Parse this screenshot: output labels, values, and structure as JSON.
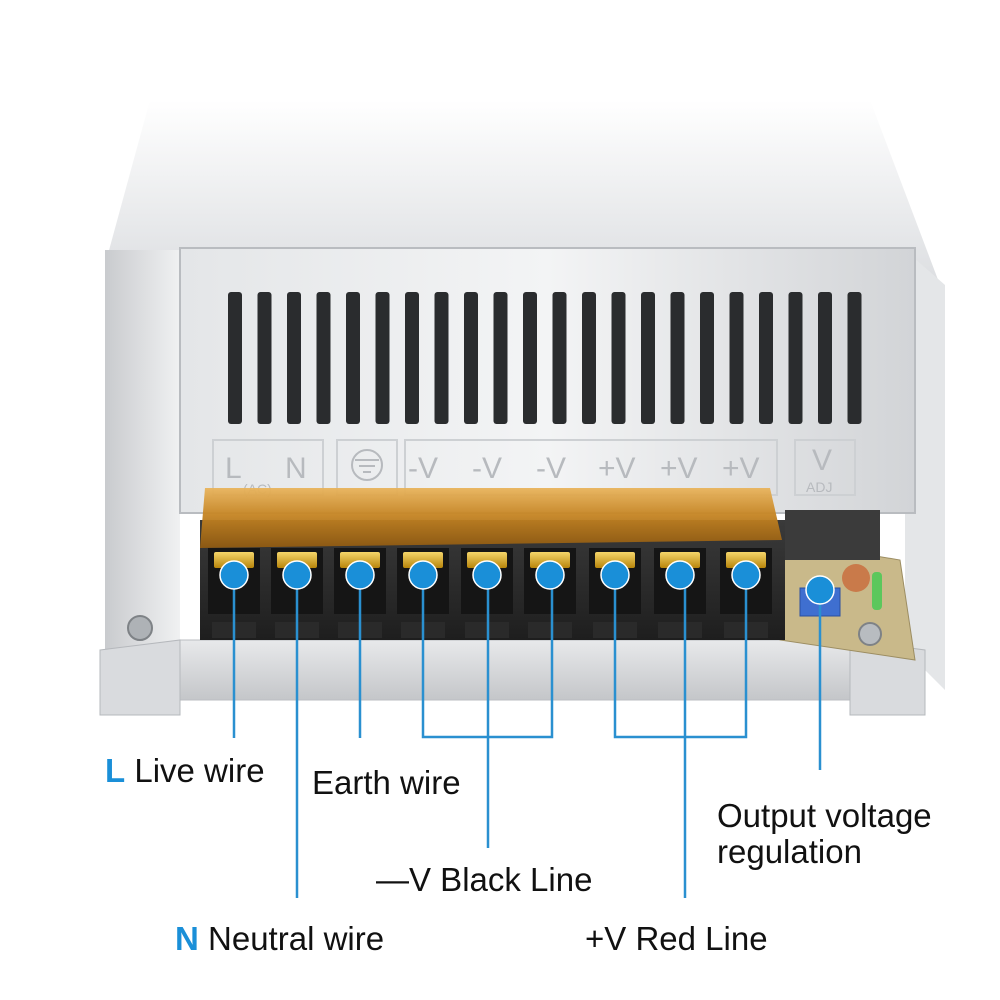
{
  "colors": {
    "accent": "#1a8fd8",
    "line": "#2a90d0",
    "chassis": "#d6d8db",
    "terminal_block": "#2b2b2b",
    "insulator": "#c98a2a"
  },
  "panel": {
    "marking_ac_l": "L",
    "marking_ac_n": "N",
    "marking_ac_group": "(AC)",
    "marking_minus_v": "-V",
    "marking_plus_v": "+V",
    "marking_adj_v": "V",
    "marking_adj": "ADJ"
  },
  "terminals": [
    {
      "id": "L"
    },
    {
      "id": "N"
    },
    {
      "id": "earth"
    },
    {
      "id": "minus-v-1"
    },
    {
      "id": "minus-v-2"
    },
    {
      "id": "minus-v-3"
    },
    {
      "id": "plus-v-1"
    },
    {
      "id": "plus-v-2"
    },
    {
      "id": "plus-v-3"
    }
  ],
  "labels": {
    "live": {
      "key": "L",
      "text": "Live wire"
    },
    "neutral": {
      "key": "N",
      "text": "Neutral wire"
    },
    "earth": {
      "text": "Earth wire"
    },
    "minus_v": {
      "text": "—V Black Line"
    },
    "plus_v": {
      "text": "+V Red Line"
    },
    "output_line1": "Output voltage",
    "output_line2": "regulation"
  }
}
